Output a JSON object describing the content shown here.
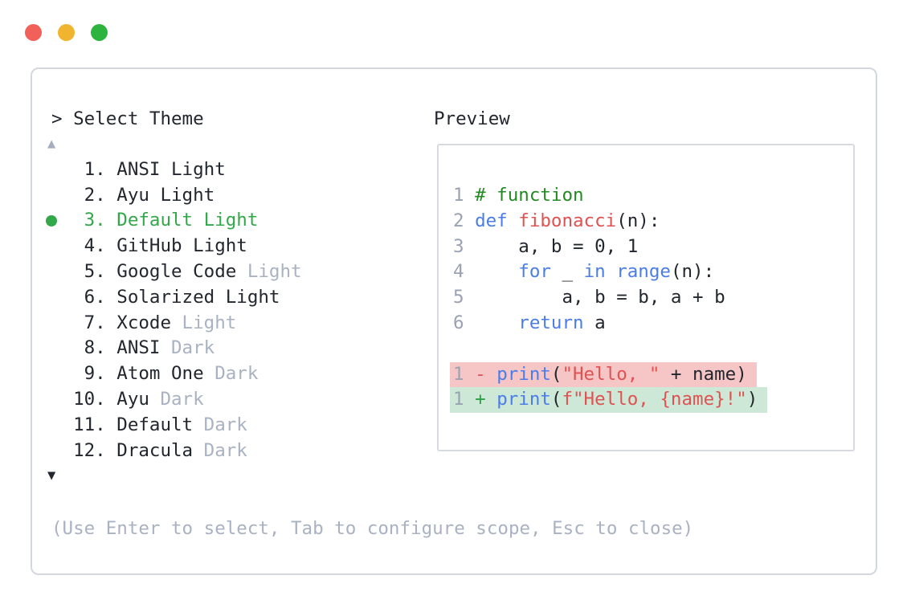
{
  "window": {
    "traffic_lights": [
      {
        "name": "close",
        "color": "#f2605a"
      },
      {
        "name": "minimize",
        "color": "#f0b42f"
      },
      {
        "name": "zoom",
        "color": "#2db43f"
      }
    ]
  },
  "theme_picker": {
    "prompt": "> Select Theme",
    "scroll_up_icon": "▲",
    "scroll_down_icon": "▼",
    "items": [
      {
        "num": "1",
        "name": "ANSI Light",
        "suffix": "",
        "selected": false
      },
      {
        "num": "2",
        "name": "Ayu Light",
        "suffix": "",
        "selected": false
      },
      {
        "num": "3",
        "name": "Default Light",
        "suffix": "",
        "selected": true
      },
      {
        "num": "4",
        "name": "GitHub Light",
        "suffix": "",
        "selected": false
      },
      {
        "num": "5",
        "name": "Google Code",
        "suffix": "Light",
        "selected": false
      },
      {
        "num": "6",
        "name": "Solarized Light",
        "suffix": "",
        "selected": false
      },
      {
        "num": "7",
        "name": "Xcode",
        "suffix": "Light",
        "selected": false
      },
      {
        "num": "8",
        "name": "ANSI",
        "suffix": "Dark",
        "selected": false
      },
      {
        "num": "9",
        "name": "Atom One",
        "suffix": "Dark",
        "selected": false
      },
      {
        "num": "10",
        "name": "Ayu",
        "suffix": "Dark",
        "selected": false
      },
      {
        "num": "11",
        "name": "Default",
        "suffix": "Dark",
        "selected": false
      },
      {
        "num": "12",
        "name": "Dracula",
        "suffix": "Dark",
        "selected": false
      }
    ],
    "help_text": "(Use Enter to select, Tab to configure scope, Esc to close)"
  },
  "preview": {
    "title": "Preview",
    "code_lines": [
      {
        "num": "1",
        "bg": null,
        "tokens": [
          [
            "# function",
            "cm"
          ]
        ]
      },
      {
        "num": "2",
        "bg": null,
        "tokens": [
          [
            "def",
            "kw"
          ],
          [
            " ",
            "plain"
          ],
          [
            "fibonacci",
            "fn"
          ],
          [
            "(n):",
            "plain"
          ]
        ]
      },
      {
        "num": "3",
        "bg": null,
        "tokens": [
          [
            "    a, b = 0, 1",
            "plain"
          ]
        ]
      },
      {
        "num": "4",
        "bg": null,
        "tokens": [
          [
            "    ",
            "plain"
          ],
          [
            "for",
            "kw"
          ],
          [
            " _ ",
            "plain"
          ],
          [
            "in",
            "kw"
          ],
          [
            " ",
            "plain"
          ],
          [
            "range",
            "kw"
          ],
          [
            "(n):",
            "plain"
          ]
        ]
      },
      {
        "num": "5",
        "bg": null,
        "tokens": [
          [
            "        a, b = b, a + b",
            "plain"
          ]
        ]
      },
      {
        "num": "6",
        "bg": null,
        "tokens": [
          [
            "    ",
            "plain"
          ],
          [
            "return",
            "kw"
          ],
          [
            " a",
            "plain"
          ]
        ]
      },
      {
        "num": "",
        "bg": null,
        "tokens": []
      },
      {
        "num": "1",
        "bg": "removed",
        "tokens": [
          [
            "-",
            "minus"
          ],
          [
            " ",
            "plain"
          ],
          [
            "print",
            "kw"
          ],
          [
            "(",
            "plain"
          ],
          [
            "\"Hello, \"",
            "str"
          ],
          [
            " + name)",
            "plain"
          ]
        ]
      },
      {
        "num": "1",
        "bg": "added",
        "tokens": [
          [
            "+",
            "plus"
          ],
          [
            " ",
            "plain"
          ],
          [
            "print",
            "kw"
          ],
          [
            "(",
            "plain"
          ],
          [
            "f\"Hello, {name}!\"",
            "str"
          ],
          [
            ")",
            "plain"
          ]
        ]
      }
    ]
  },
  "colors": {
    "text_dark": "#22262e",
    "text_gray": "#a9b2c2",
    "arrow_gray": "#a5aebf",
    "accent_green": "#33a84a",
    "border": "#d3d7de",
    "border_light": "#d7dae0",
    "line_num": "#9aa2b2",
    "kw": "#4a7de9",
    "fn": "#e05252",
    "str": "#e05252",
    "cm": "#218a21",
    "plus": "#2f9e44",
    "removed_bg": "#f6c6c6",
    "added_bg": "#cde8d6"
  }
}
